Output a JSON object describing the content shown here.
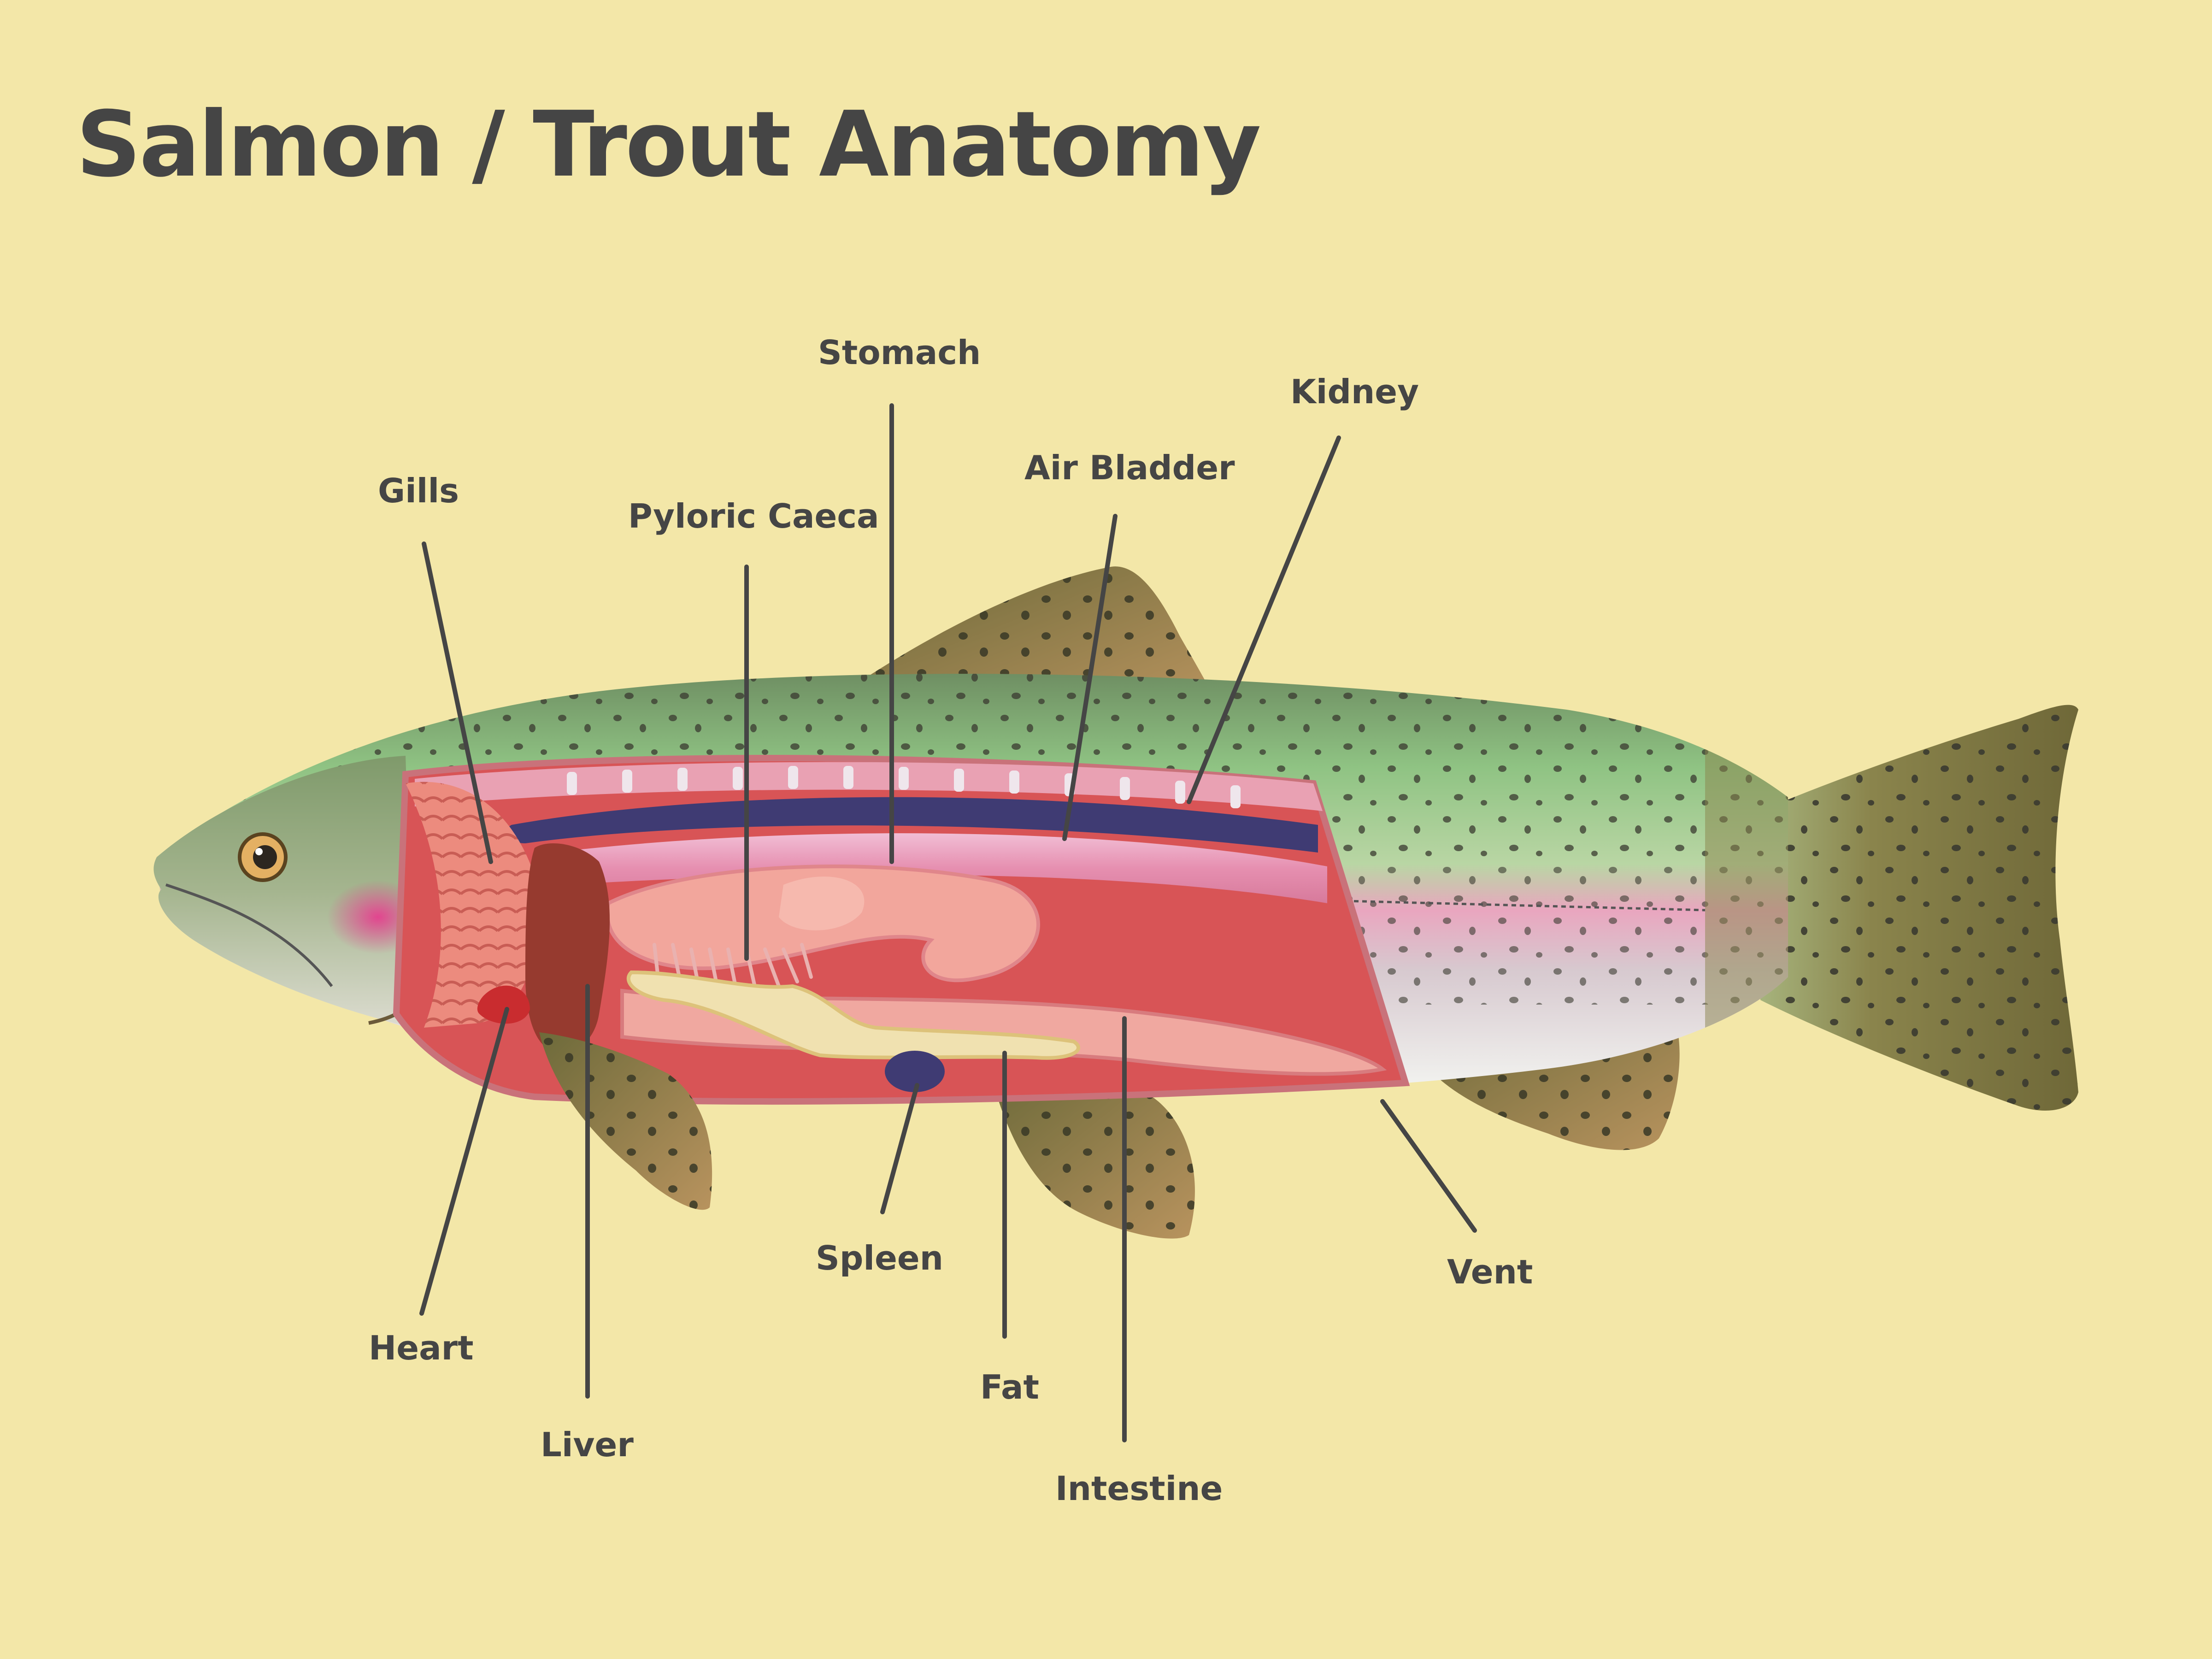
{
  "title": "Salmon / Trout Anatomy",
  "labels": {
    "gills": "Gills",
    "pyloric_caeca": "Pyloric Caeca",
    "stomach": "Stomach",
    "air_bladder": "Air Bladder",
    "kidney": "Kidney",
    "heart": "Heart",
    "liver": "Liver",
    "spleen": "Spleen",
    "fat": "Fat",
    "intestine": "Intestine",
    "vent": "Vent"
  },
  "colors": {
    "background": "#f3e7a8",
    "text": "#454545",
    "dorsal_green": "#8fc383",
    "lateral_pink": "#e9a6bf",
    "belly_white": "#f4f6f2",
    "fin_olive": "#7e7645",
    "cavity_red": "#d85456",
    "kidney_blue": "#3f3b73",
    "liver_brown": "#963a2f"
  }
}
